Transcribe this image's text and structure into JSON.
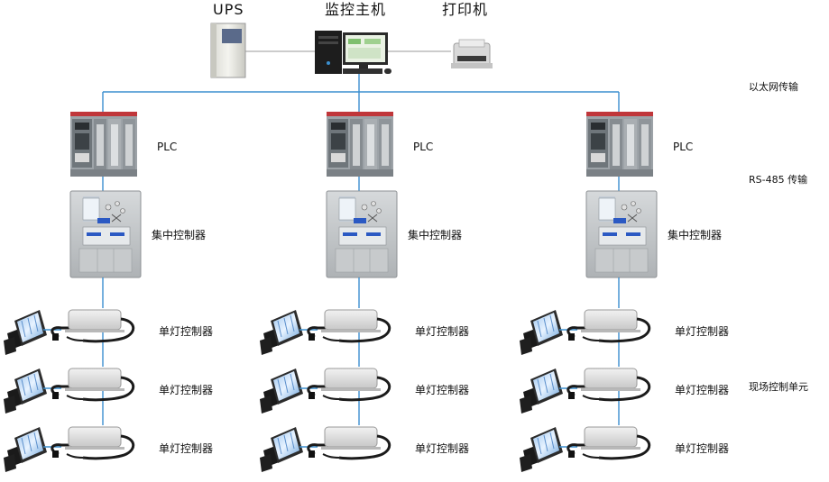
{
  "devices": {
    "ups_label": "UPS",
    "host_label": "监控主机",
    "printer_label": "打印机"
  },
  "layers": {
    "ethernet": "以太网传输",
    "rs485": "RS-485 传输",
    "field": "现场控制单元"
  },
  "columns": [
    {
      "plc_label": "PLC",
      "concentrator_label": "集中控制器",
      "lamp_labels": [
        "单灯控制器",
        "单灯控制器",
        "单灯控制器"
      ]
    },
    {
      "plc_label": "PLC",
      "concentrator_label": "集中控制器",
      "lamp_labels": [
        "单灯控制器",
        "单灯控制器",
        "单灯控制器"
      ]
    },
    {
      "plc_label": "PLC",
      "concentrator_label": "集中控制器",
      "lamp_labels": [
        "单灯控制器",
        "单灯控制器",
        "单灯控制器"
      ]
    }
  ],
  "colors": {
    "link": "#3b8fcf",
    "plc_red": "#c0363a",
    "panel_gray": "#bfc3c6"
  }
}
